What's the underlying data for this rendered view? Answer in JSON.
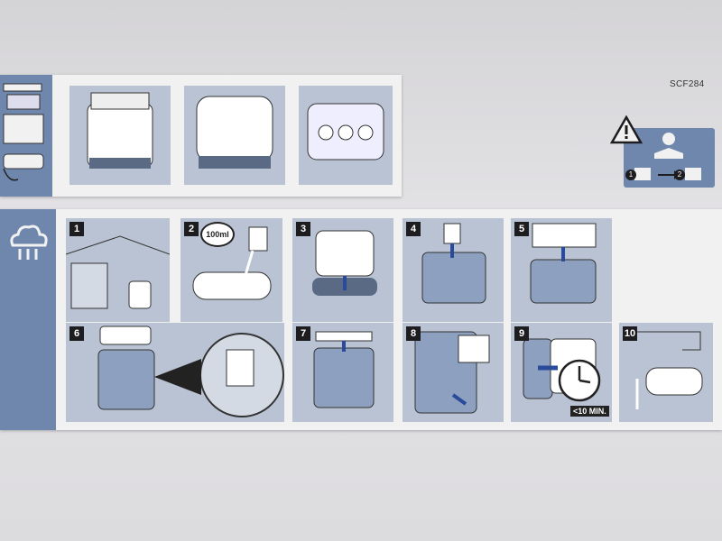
{
  "model_code": "SCF284",
  "steps": [
    "1",
    "2",
    "3",
    "4",
    "5",
    "6",
    "7",
    "8",
    "9",
    "10"
  ],
  "labels": {
    "water_amount": "100ml",
    "time_limit": "<10 MIN."
  },
  "icons": {
    "assembly": "steriliser-assembly-icon",
    "steam": "steam-cloud-icon",
    "warning": "warning-triangle-icon",
    "manual": "read-manual-icon"
  },
  "manual_steps": [
    "1",
    "2"
  ],
  "colors": {
    "accent": "#6f86ad",
    "frame": "#b9c3d3",
    "panel": "#f1f1f1",
    "text": "#1d1d1f"
  }
}
